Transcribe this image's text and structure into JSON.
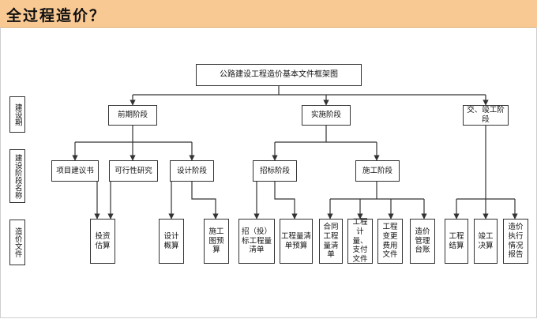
{
  "header": {
    "title": "全过程造价？"
  },
  "root": "公路建设工程造价基本文件框架图",
  "side_labels": {
    "period": "建设期",
    "stage_name": "建设阶段名称",
    "documents": "造价文件"
  },
  "phases": {
    "pre": "前期阶段",
    "impl": "实施阶段",
    "completion": "交、竣工阶段"
  },
  "sub_stages": {
    "project_proposal": "项目建议书",
    "feasibility": "可行性研究",
    "design": "设计阶段",
    "bidding": "招标阶段",
    "construction": "施工阶段"
  },
  "documents": {
    "investment_estimate": "投资估算",
    "design_estimate": "设计概算",
    "construction_budget": "施工图预算",
    "bid_boq": "招（投）标工程量清单",
    "boq_budget": "工程量清单预算",
    "contract_boq": "合同工程量清单",
    "payment_docs": "工程计量、支付文件",
    "variation_docs": "工程变更费用文件",
    "cost_ledger": "造价管理台账",
    "settlement": "工程结算",
    "final_account": "竣工决算",
    "execution_report": "造价执行情况报告"
  },
  "colors": {
    "header_bg": "#f9c993",
    "line": "#333333"
  }
}
